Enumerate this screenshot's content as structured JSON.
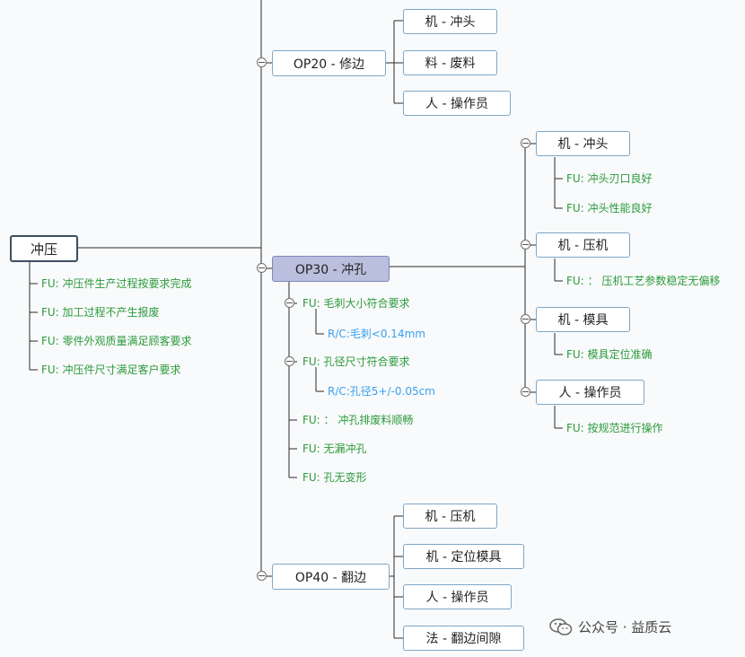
{
  "root": {
    "label": "冲压"
  },
  "root_functions": [
    "FU: 冲压件生产过程按要求完成",
    "FU: 加工过程不产生报废",
    "FU: 零件外观质量满足顾客要求",
    "FU: 冲压件尺寸满足客户要求"
  ],
  "op20": {
    "label": "OP20 - 修边",
    "children": [
      "机 - 冲头",
      "料 - 废料",
      "人 - 操作员"
    ]
  },
  "op30": {
    "label": "OP30 - 冲孔",
    "functions": [
      {
        "text": "FU: 毛刺大小符合要求",
        "rc": "R/C:毛刺<0.14mm"
      },
      {
        "text": "FU: 孔径尺寸符合要求",
        "rc": "R/C:孔径5+/-0.05cm"
      },
      {
        "text": "FU: ： 冲孔排废料顺畅"
      },
      {
        "text": "FU: 无漏冲孔"
      },
      {
        "text": "FU: 孔无变形"
      }
    ],
    "children": [
      {
        "label": "机 - 冲头",
        "functions": [
          "FU: 冲头刃口良好",
          "FU: 冲头性能良好"
        ]
      },
      {
        "label": "机 - 压机",
        "functions": [
          "FU: ： 压机工艺参数稳定无偏移"
        ]
      },
      {
        "label": "机 - 模具",
        "functions": [
          "FU: 模具定位准确"
        ]
      },
      {
        "label": "人 - 操作员",
        "functions": [
          "FU: 按规范进行操作"
        ]
      }
    ]
  },
  "op40": {
    "label": "OP40 - 翻边",
    "children": [
      "机 - 压机",
      "机 - 定位模具",
      "人 - 操作员",
      "法 - 翻边间隙"
    ]
  },
  "watermark": "公众号 · 益质云",
  "colors": {
    "line": "#2b2b2b",
    "function_text": "#2c9a3c",
    "rc_text": "#3aa0f0",
    "selected_node": "#b9bfdc",
    "node_border": "#7fa6c6"
  }
}
